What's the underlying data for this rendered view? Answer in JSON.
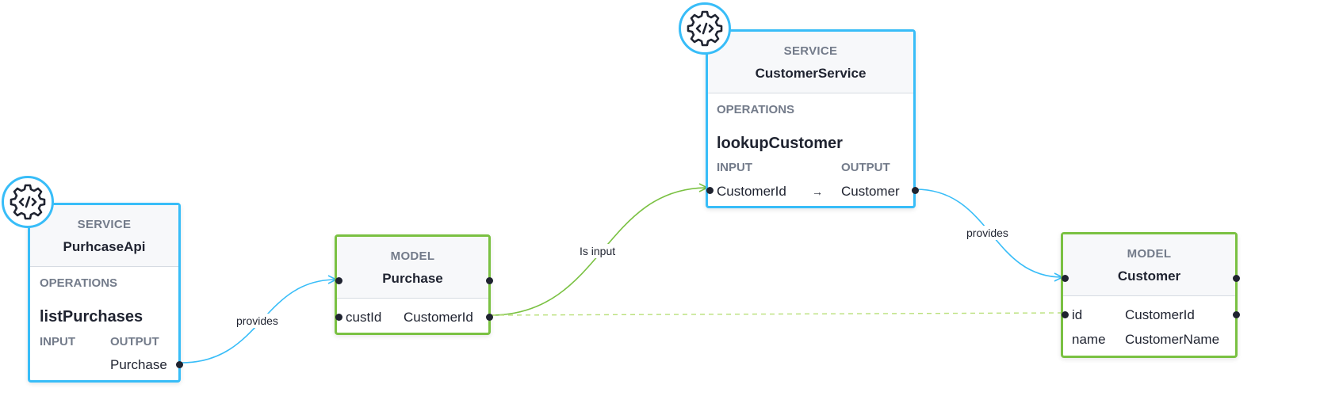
{
  "colors": {
    "service_border": "#38bdf8",
    "model_border": "#7ac142",
    "edge_service": "#38bdf8",
    "edge_model": "#7ac142",
    "dashed": "#b9e07a"
  },
  "nodes": {
    "purchase_api": {
      "kind": "SERVICE",
      "name": "PurhcaseApi",
      "operations_label": "OPERATIONS",
      "operation": "listPurchases",
      "input_label": "INPUT",
      "output_label": "OUTPUT",
      "output": "Purchase",
      "icon": "gear-code-icon"
    },
    "purchase_model": {
      "kind": "MODEL",
      "name": "Purchase",
      "fields": [
        {
          "name": "custId",
          "type": "CustomerId"
        }
      ]
    },
    "customer_service": {
      "kind": "SERVICE",
      "name": "CustomerService",
      "operations_label": "OPERATIONS",
      "operation": "lookupCustomer",
      "input_label": "INPUT",
      "output_label": "OUTPUT",
      "input": "CustomerId",
      "arrow": "→",
      "output": "Customer",
      "icon": "gear-code-icon"
    },
    "customer_model": {
      "kind": "MODEL",
      "name": "Customer",
      "fields": [
        {
          "name": "id",
          "type": "CustomerId"
        },
        {
          "name": "name",
          "type": "CustomerName"
        }
      ]
    }
  },
  "edges": [
    {
      "label": "provides"
    },
    {
      "label": "Is input"
    },
    {
      "label": "provides"
    }
  ]
}
